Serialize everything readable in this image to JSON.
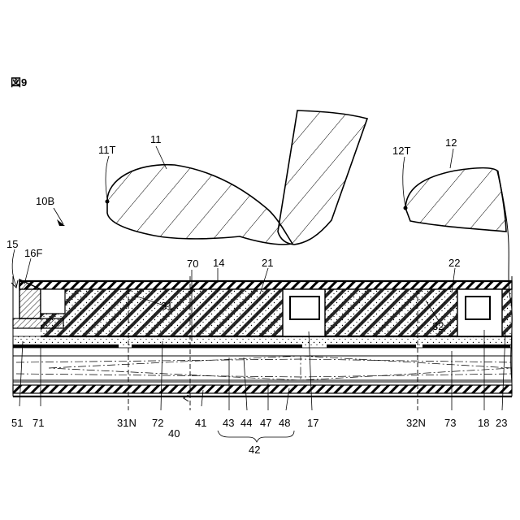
{
  "figure_label": "図9",
  "labels": {
    "l11": "11",
    "l11T": "11T",
    "l12": "12",
    "l12T": "12T",
    "l10B": "10B",
    "l15": "15",
    "l16F": "16F",
    "l14": "14",
    "l70": "70",
    "l21": "21",
    "l22": "22",
    "l31": "31",
    "l32": "32",
    "l51": "51",
    "l71": "71",
    "l31N": "31N",
    "l72": "72",
    "l41": "41",
    "l40": "40",
    "l43": "43",
    "l44": "44",
    "l47": "47",
    "l48": "48",
    "l42": "42",
    "l17": "17",
    "l32N": "32N",
    "l73": "73",
    "l18": "18",
    "l23": "23"
  }
}
